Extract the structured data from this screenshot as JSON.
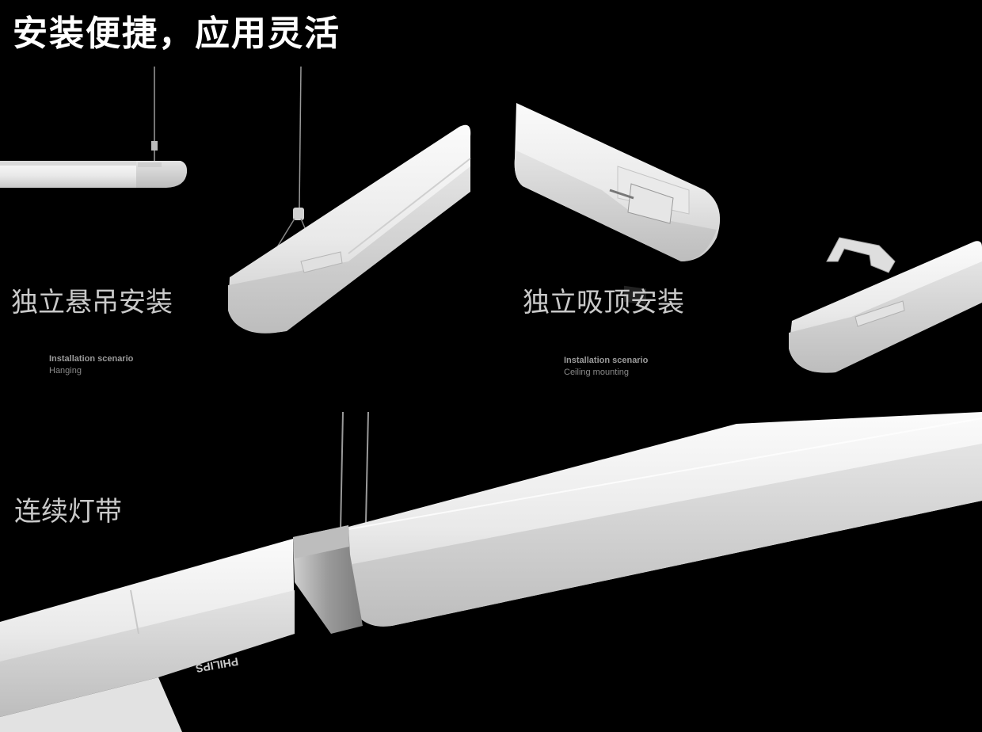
{
  "title": "安装便捷，应用灵活",
  "sections": {
    "hanging": {
      "label": "独立悬吊安装",
      "caption_title": "Installation scenario",
      "caption_sub": "Hanging"
    },
    "ceiling": {
      "label": "独立吸顶安装",
      "caption_title": "Installation scenario",
      "caption_sub": "Ceiling mounting"
    },
    "continuous": {
      "label": "连续灯带"
    }
  },
  "brand_mark": "PHILIPS",
  "colors": {
    "background": "#000000",
    "fixture_white": "#f2f2f2",
    "fixture_shade": "#d4d4d4",
    "connector_grey": "#a8a8a8",
    "label_grey": "#c9c9c9"
  }
}
